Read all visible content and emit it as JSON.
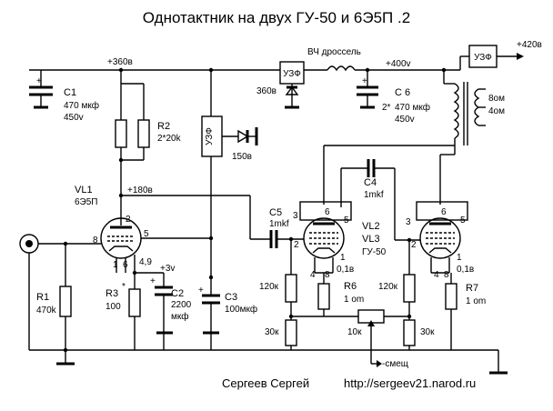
{
  "title": "Однотактник на двух ГУ-50 и 6Э5П .2",
  "footer": {
    "author": "Сергеев Сергей",
    "url": "http://sergeev21.narod.ru"
  },
  "voltages": {
    "v360_top": "+360в",
    "v420": "+420в",
    "v400": "+400v",
    "v360_uzf": "360в",
    "v150": "150в",
    "v180": "+180в",
    "v3": "+3v",
    "bias": "-смещ"
  },
  "uzf_label": "УЗФ",
  "choke_label": "ВЧ дроссель",
  "transformer": {
    "ohm8": "8ом",
    "ohm4": "4ом"
  },
  "components": {
    "c1": {
      "name": "C1",
      "value": "470",
      "unit": "мкф",
      "voltage": "450v"
    },
    "c6": {
      "name": "C 6",
      "value": "470",
      "unit": "мкф",
      "voltage": "450v",
      "note": "2*"
    },
    "r2": {
      "name": "R2",
      "value": "2*20k"
    },
    "vl1": {
      "name": "VL1",
      "type": "6Э5П"
    },
    "c4": {
      "name": "C4",
      "value": "1mkf"
    },
    "c5": {
      "name": "C5",
      "value": "1mkf"
    },
    "vl2": {
      "name": "VL2",
      "alt": "VL3",
      "type": "ГУ-50"
    },
    "r1": {
      "name": "R1",
      "value": "470k"
    },
    "r3": {
      "name": "R3",
      "value": "100",
      "note": "*"
    },
    "c2": {
      "name": "C2",
      "value": "2200",
      "unit": "мкф"
    },
    "c3": {
      "name": "C3",
      "value": "100мкф"
    },
    "r6": {
      "name": "R6",
      "value": "1  om"
    },
    "r7": {
      "name": "R7",
      "value": "1  om"
    },
    "r120a": "120к",
    "r120b": "120к",
    "r30a": "30к",
    "r30b": "30к",
    "pot": "10к",
    "v01a": "0,1в",
    "v01b": "0,1в"
  },
  "pins": {
    "p2": "2",
    "p8": "8",
    "p5": "5",
    "p1": "1",
    "p6": "6",
    "p49": "4,9",
    "p3": "3",
    "p4": "4",
    "p8b": "8"
  }
}
